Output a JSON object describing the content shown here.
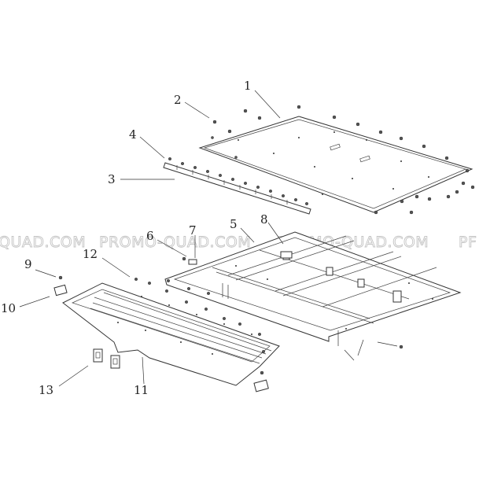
{
  "watermark": {
    "text_left": "QUAD.COM",
    "text_center": "PROMO-QUAD.COM",
    "text_center2": "PROMO-QUAD.COM",
    "text_right": "PF"
  },
  "callouts": [
    {
      "label": "1"
    },
    {
      "label": "2"
    },
    {
      "label": "3"
    },
    {
      "label": "4"
    },
    {
      "label": "5"
    },
    {
      "label": "6"
    },
    {
      "label": "7"
    },
    {
      "label": "8"
    },
    {
      "label": "9"
    },
    {
      "label": "10"
    },
    {
      "label": "11"
    },
    {
      "label": "12"
    },
    {
      "label": "13"
    }
  ]
}
